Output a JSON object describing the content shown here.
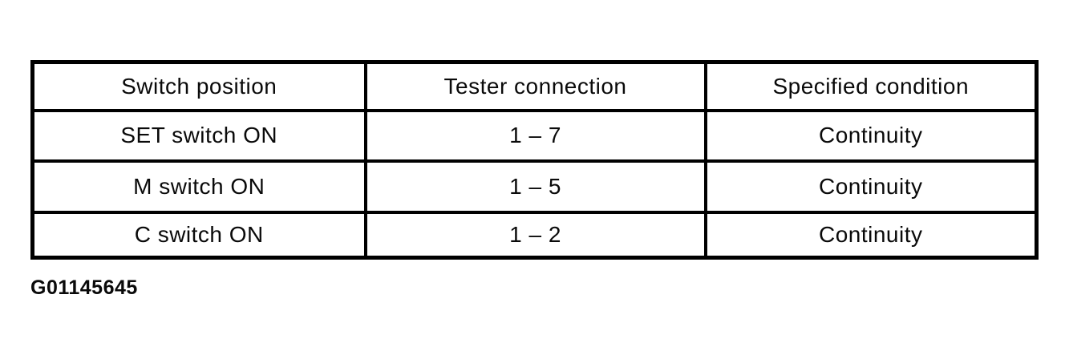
{
  "document": {
    "caption": "G01145645",
    "background_color": "#ffffff",
    "text_color": "#0a0a0a",
    "border_color": "#000000"
  },
  "table": {
    "headers": [
      "Switch position",
      "Tester connection",
      "Specified condition"
    ],
    "rows": [
      {
        "switch_position": "SET switch ON",
        "tester_connection": "1 – 7",
        "specified_condition": "Continuity"
      },
      {
        "switch_position": "M switch ON",
        "tester_connection": "1 – 5",
        "specified_condition": "Continuity"
      },
      {
        "switch_position": "C switch ON",
        "tester_connection": "1 – 2",
        "specified_condition": "Continuity"
      }
    ]
  }
}
